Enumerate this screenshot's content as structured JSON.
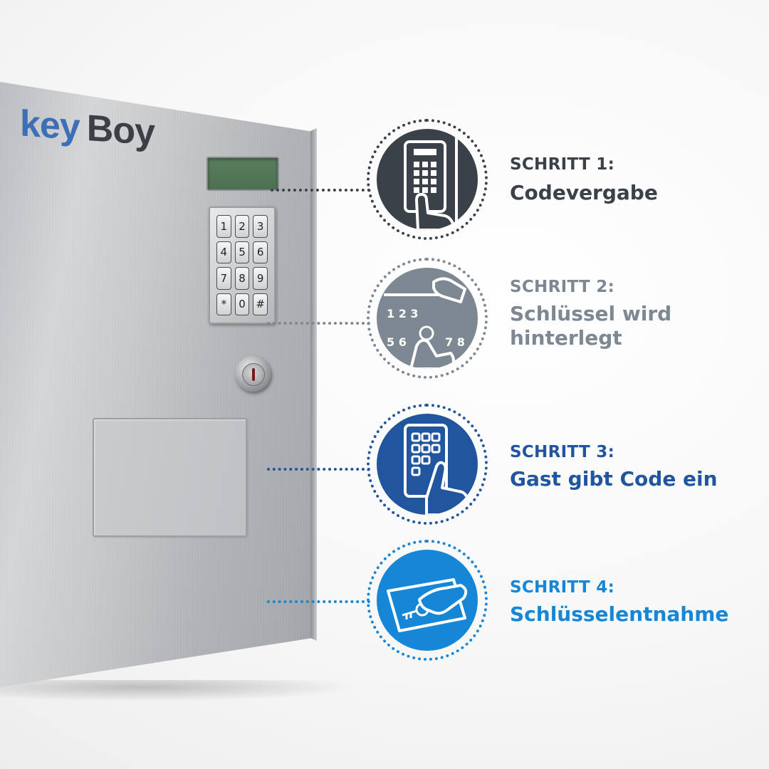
{
  "product": {
    "brand_part1": "key",
    "brand_part2": "Boy",
    "keypad_keys": [
      "1",
      "2",
      "3",
      "4",
      "5",
      "6",
      "7",
      "8",
      "9",
      "*",
      "0",
      "#"
    ]
  },
  "colors": {
    "step1": "#3a4149",
    "step2": "#7d8893",
    "step3": "#21569e",
    "step4": "#1587d6",
    "brand_blue": "#3c6fb5",
    "brand_dark": "#3b3f46"
  },
  "steps": [
    {
      "title": "SCHRITT 1:",
      "description": "Codevergabe",
      "icon": "keypad-finger-icon"
    },
    {
      "title": "SCHRITT 2:",
      "description": "Schlüssel wird hinterlegt",
      "icon": "key-deposit-icon"
    },
    {
      "title": "SCHRITT 3:",
      "description": "Gast gibt Code ein",
      "icon": "code-entry-icon"
    },
    {
      "title": "SCHRITT 4:",
      "description": "Schlüsselentnahme",
      "icon": "key-withdrawal-icon"
    }
  ]
}
